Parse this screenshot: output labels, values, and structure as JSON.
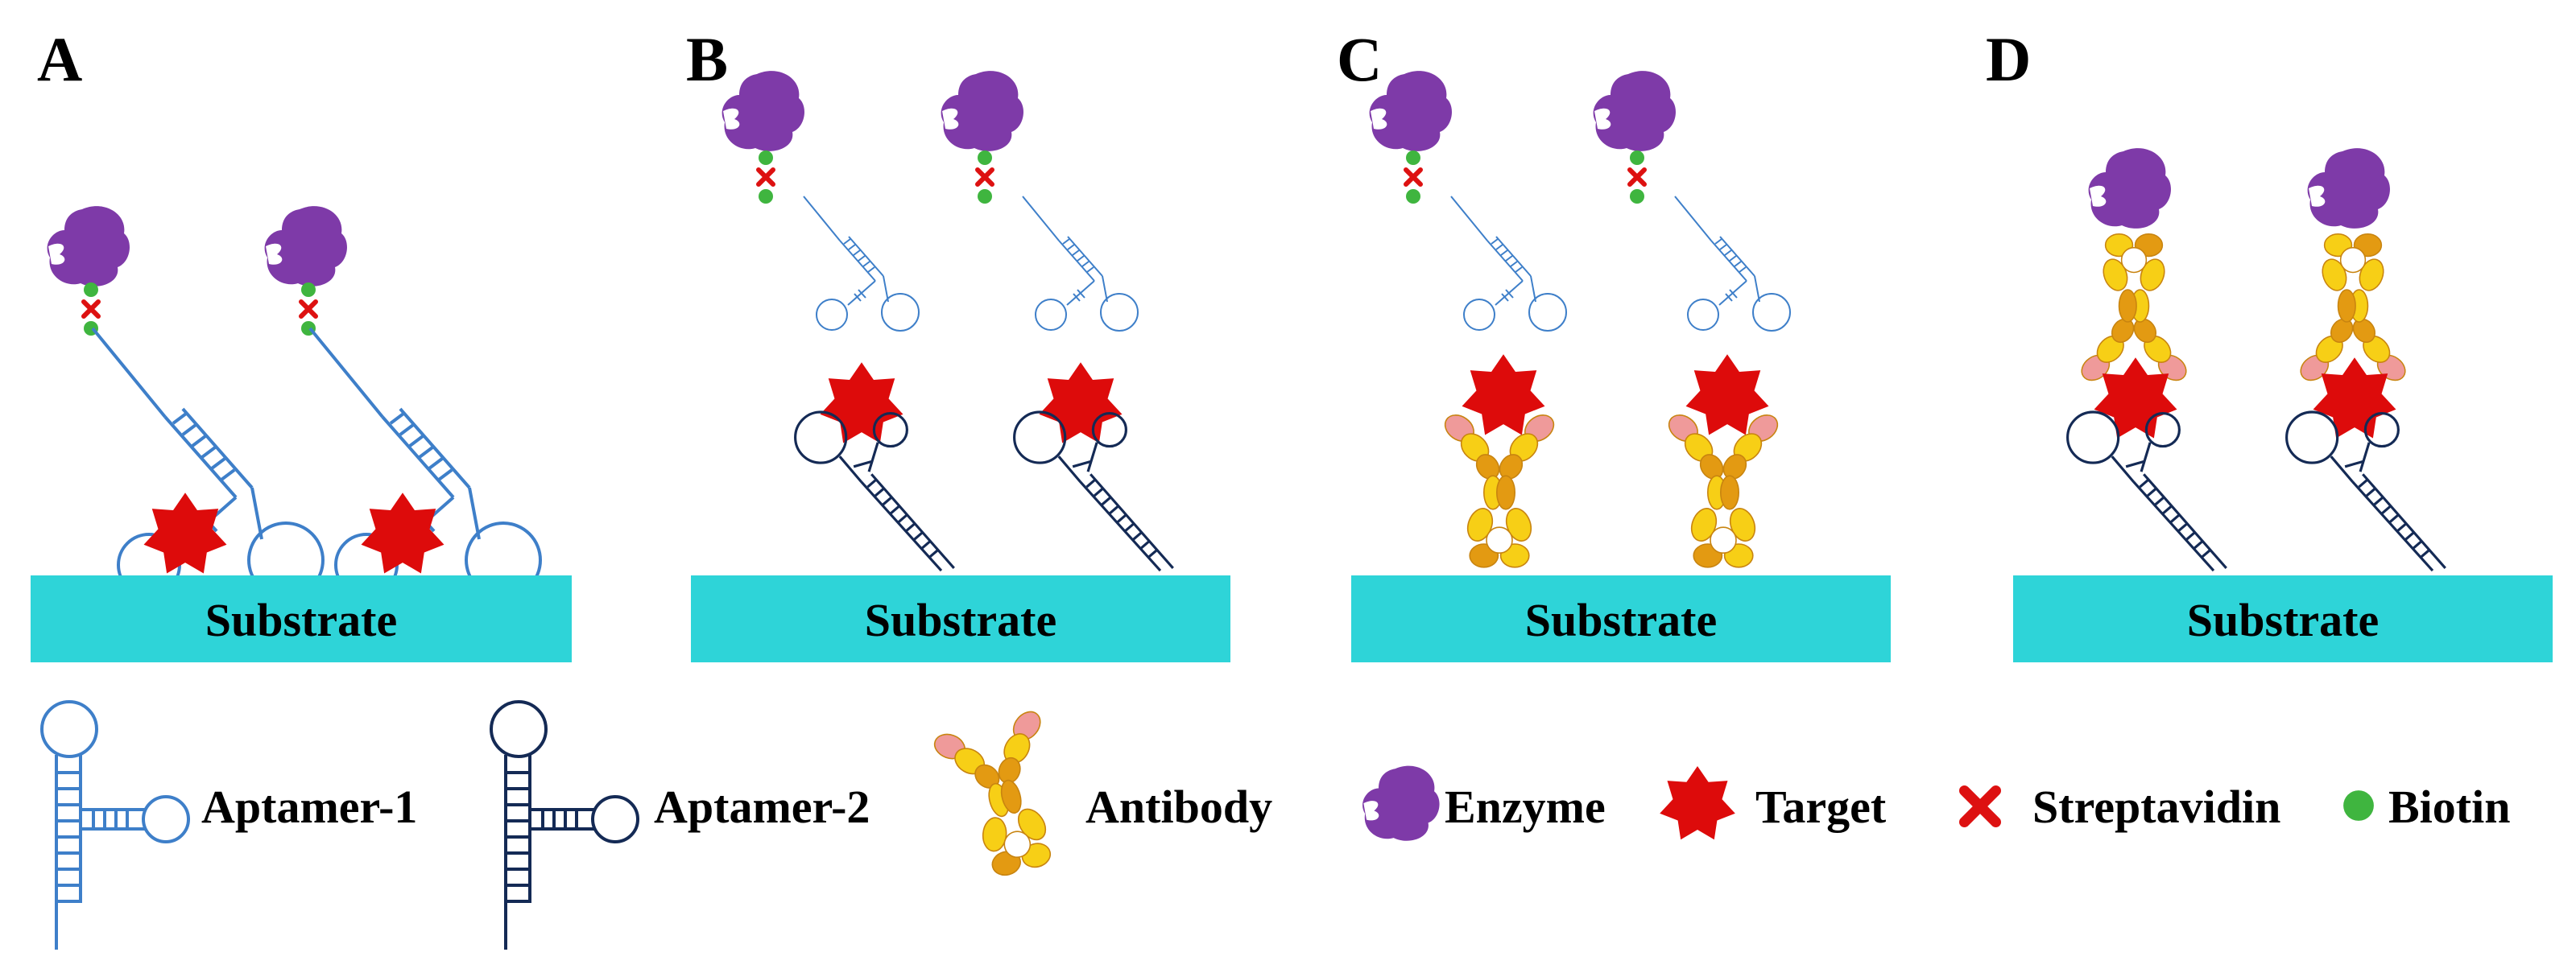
{
  "panels": [
    {
      "letter": "A",
      "substrate_label": "Substrate"
    },
    {
      "letter": "B",
      "substrate_label": "Substrate"
    },
    {
      "letter": "C",
      "substrate_label": "Substrate"
    },
    {
      "letter": "D",
      "substrate_label": "Substrate"
    }
  ],
  "legend": {
    "aptamer1": "Aptamer-1",
    "aptamer2": "Aptamer-2",
    "antibody": "Antibody",
    "enzyme": "Enzyme",
    "target": "Target",
    "streptavidin": "Streptavidin",
    "biotin": "Biotin"
  },
  "colors": {
    "substrate": "#2ed4d8",
    "aptamer1": "#3e7fc9",
    "aptamer2": "#142a55",
    "enzyme": "#7e3aa8",
    "target": "#dd0b0b",
    "streptavidin": "#dd1111",
    "biotin": "#3fb53f",
    "antibody_yellow": "#f7cf16",
    "antibody_orange": "#e39a12",
    "antibody_pink": "#ef9a9a"
  }
}
